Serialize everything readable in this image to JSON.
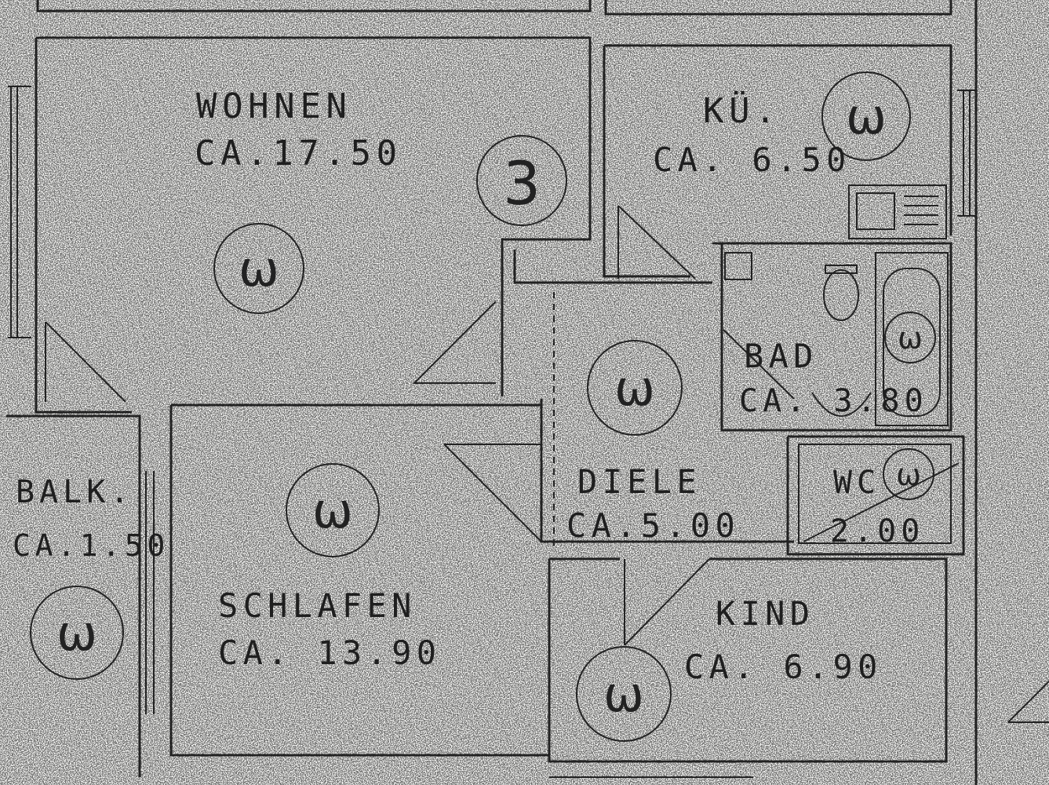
{
  "plan": {
    "apartment_number": "3",
    "outlet_symbol": "ω",
    "rooms": [
      {
        "id": "wohnen",
        "name": "WOHNEN",
        "area": "CA.17.50"
      },
      {
        "id": "kueche",
        "name": "KÜ.",
        "area": "CA. 6.50"
      },
      {
        "id": "bad",
        "name": "BAD",
        "area": "CA. 3.80"
      },
      {
        "id": "diele",
        "name": "DIELE",
        "area": "CA.5.00"
      },
      {
        "id": "wc",
        "name": "WC",
        "area": "2.00"
      },
      {
        "id": "balkon",
        "name": "BALK.",
        "area": "CA.1.50"
      },
      {
        "id": "schlafen",
        "name": "SCHLAFEN",
        "area": "CA. 13.90"
      },
      {
        "id": "kind",
        "name": "KIND",
        "area": "CA. 6.90"
      }
    ]
  }
}
